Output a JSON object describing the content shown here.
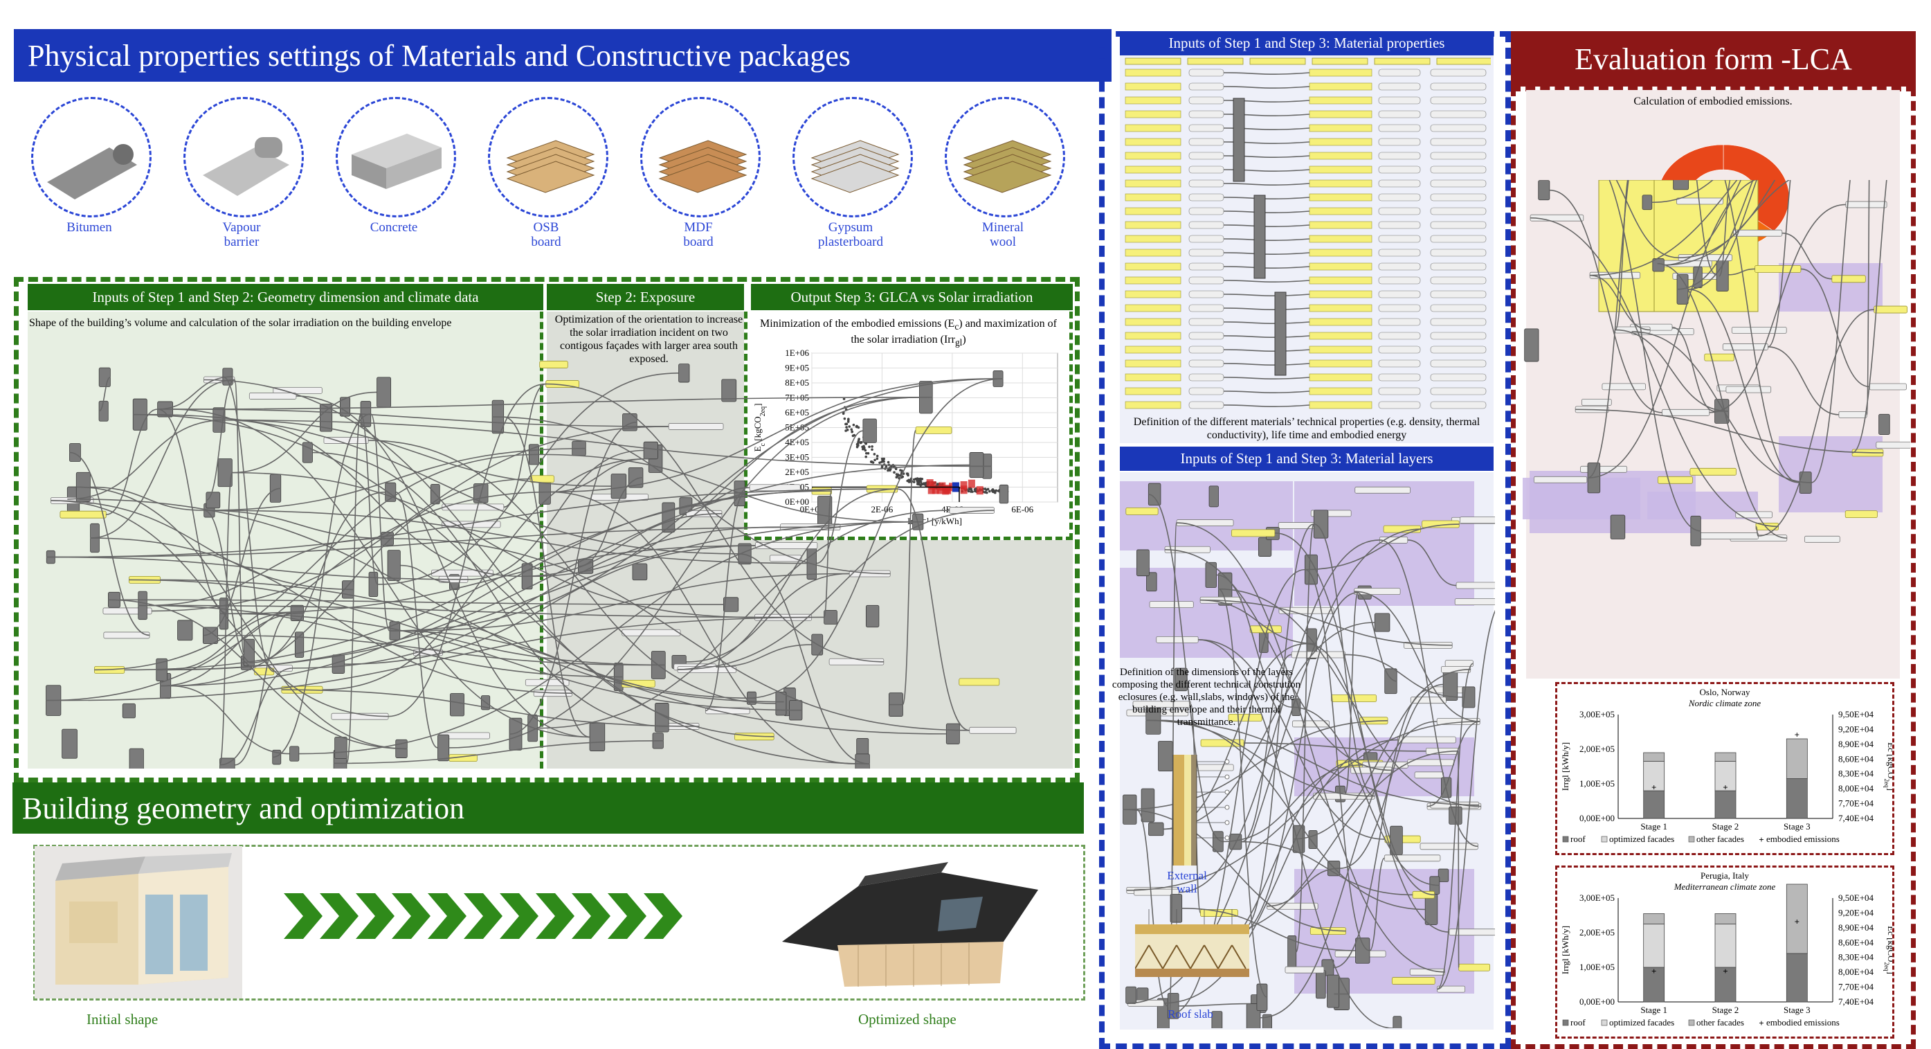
{
  "materials": {
    "title": "Physical properties settings of Materials and Constructive packages",
    "items": [
      {
        "label": "Bitumen",
        "color": "#8e8e8e"
      },
      {
        "label": "Vapour\nbarrier",
        "color": "#c0c0c0"
      },
      {
        "label": "Concrete",
        "color": "#b5b5b5"
      },
      {
        "label": "OSB\nboard",
        "color": "#d9b27a"
      },
      {
        "label": "MDF\nboard",
        "color": "#c88d55"
      },
      {
        "label": "Gypsum\nplasterboard",
        "color": "#d8d8d8"
      },
      {
        "label": "Mineral\nwool",
        "color": "#b6a35a"
      }
    ]
  },
  "geometry": {
    "step1_title": "Inputs of Step 1 and Step 2: Geometry dimension and climate data",
    "step1_desc": "Shape of the building’s volume and calculation of the solar irradiation on the building envelope",
    "step2_title": "Step 2: Exposure",
    "step2_desc": "Optimization of the orientation to increase the solar irradiation incident on two contigous façades with larger area south exposed.",
    "step3_title": "Output Step 3: GLCA vs Solar irradiation",
    "step3_desc": "Minimization of the embodied emissions (E",
    "step3_desc_sub": "c",
    "step3_desc2": ") and maximization of the solar irradiation (Irr",
    "step3_desc2_sub": "gl",
    "step3_desc3": ")",
    "banner": "Building geometry and optimization",
    "initial_label": "Initial shape",
    "optimized_label": "Optimized shape"
  },
  "scatter": {
    "chart_data": {
      "type": "scatter",
      "xlabel": "Irr",
      "xlabel_sub": "gl",
      "xlabel_rest": "-1 [y/kWh]",
      "ylabel": "E",
      "ylabel_sub": "c",
      "ylabel_rest": " [kgCO",
      "ylabel_end": "2eq",
      "xlim": [
        0,
        7e-06
      ],
      "ylim": [
        0,
        1000000
      ],
      "x_ticks": [
        "0E+00",
        "2E-06",
        "4E-06",
        "6E-06"
      ],
      "y_ticks": [
        "0E+00",
        "1E+05",
        "2E+05",
        "3E+05",
        "4E+05",
        "5E+05",
        "6E+05",
        "7E+05",
        "8E+05",
        "9E+05",
        "1E+06"
      ],
      "hline_y": 100000,
      "vline_x": 4.2e-06,
      "grid": true
    }
  },
  "material_props": {
    "title": "Inputs of Step 1 and Step 3: Material properties",
    "desc": "Definition of the different materials’ technical properties (e.g. density, thermal conductivity), life time and embodied energy"
  },
  "material_layers": {
    "title": "Inputs of Step 1 and Step 3: Material layers",
    "desc": "Definition of the dimensions of the layers composing the different technical constrution eclosures (e.g. wall,slabs, windows) of the building envelope and their thermal transmittance.",
    "wall_label": "External\nwall",
    "roof_label": "Roof slab"
  },
  "lca": {
    "title": "Evaluation form -LCA",
    "subtitle": "Calculation of embodied emissions.",
    "donut_colors": [
      "#e8471a",
      "#f26a10",
      "#e0226a",
      "#c0147a"
    ]
  },
  "oslo": {
    "chart_data": {
      "type": "bar",
      "title": "Oslo, Norway",
      "subtitle": "Nordic climate zone",
      "categories": [
        "Stage 1",
        "Stage 2",
        "Stage 3"
      ],
      "series": [
        {
          "name": "roof",
          "values": [
            80000,
            80000,
            115000
          ]
        },
        {
          "name": "optimized facades",
          "values": [
            85000,
            85000,
            0
          ]
        },
        {
          "name": "other facades",
          "values": [
            25000,
            25000,
            115000
          ]
        }
      ],
      "emissions": {
        "name": "embodied emissions",
        "values": [
          80400,
          80400,
          91000
        ]
      },
      "ylabel": "Irrgl [kWh/y]",
      "y2label": "Ec [kgCO",
      "y2label_sub": "2eq",
      "ylim": [
        0,
        300000
      ],
      "y2lim": [
        74000,
        95000
      ],
      "y_ticks": [
        "0,00E+00",
        "1,00E+05",
        "2,00E+05",
        "3,00E+05"
      ],
      "y2_ticks": [
        "7,40E+04",
        "7,70E+04",
        "8,00E+04",
        "8,30E+04",
        "8,60E+04",
        "8,90E+04",
        "9,20E+04",
        "9,50E+04"
      ],
      "legend": [
        "roof",
        "optimized facades",
        "other facades",
        "embodied emissions"
      ]
    }
  },
  "perugia": {
    "chart_data": {
      "type": "bar",
      "title": "Perugia, Italy",
      "subtitle": "Mediterranean climate zone",
      "categories": [
        "Stage 1",
        "Stage 2",
        "Stage 3"
      ],
      "series": [
        {
          "name": "roof",
          "values": [
            100000,
            100000,
            140000
          ]
        },
        {
          "name": "optimized facades",
          "values": [
            125000,
            125000,
            0
          ]
        },
        {
          "name": "other facades",
          "values": [
            30000,
            30000,
            200000
          ]
        }
      ],
      "emissions": {
        "name": "embodied emissions",
        "values": [
          80300,
          80300,
          90300
        ]
      },
      "ylabel": "Irrgl [kWh/y]",
      "y2label": "Ec [kgCO",
      "y2label_sub": "2eq",
      "ylim": [
        0,
        300000
      ],
      "y2lim": [
        74000,
        95000
      ],
      "y_ticks": [
        "0,00E+00",
        "1,00E+05",
        "2,00E+05",
        "3,00E+05"
      ],
      "y2_ticks": [
        "7,40E+04",
        "7,70E+04",
        "8,00E+04",
        "8,30E+04",
        "8,60E+04",
        "8,90E+04",
        "9,20E+04",
        "9,50E+04"
      ],
      "legend": [
        "roof",
        "optimized facades",
        "other facades",
        "embodied emissions"
      ]
    }
  }
}
